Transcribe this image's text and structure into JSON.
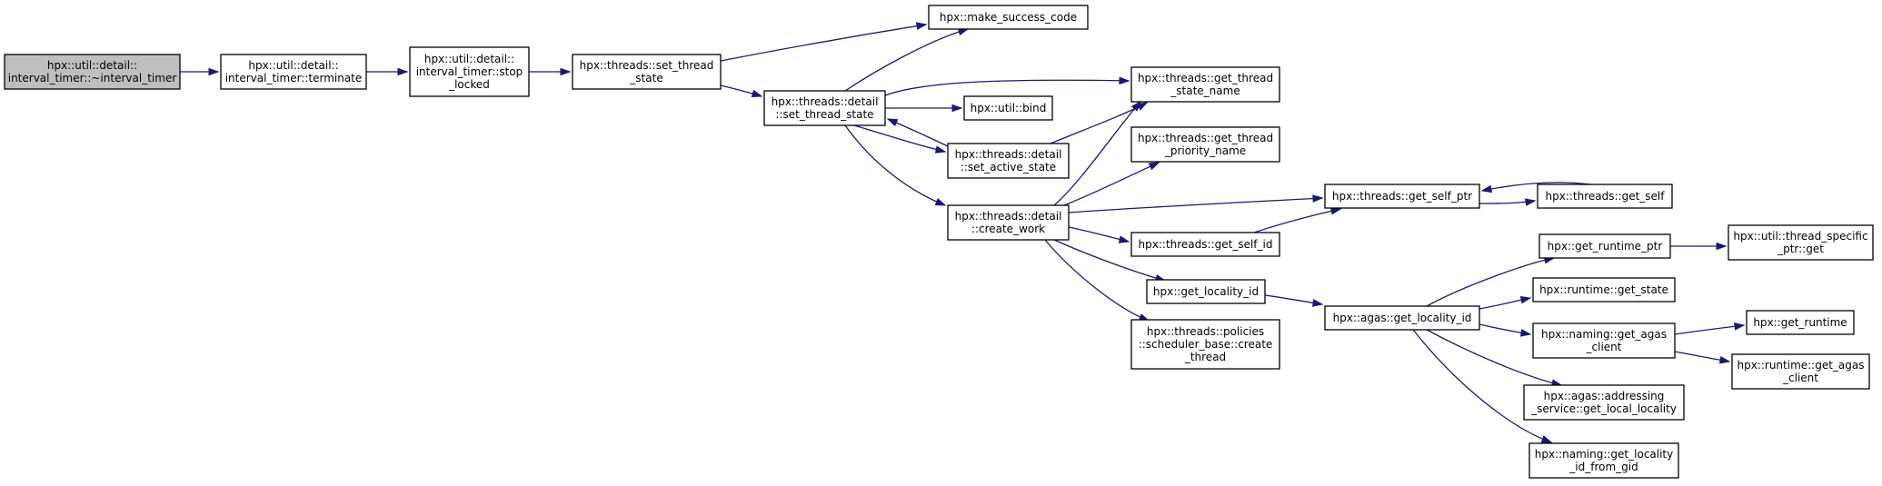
{
  "graph": {
    "colors": {
      "edge": "#191970",
      "root_fill": "#bfbfbf",
      "node_fill": "#ffffff",
      "border": "#000000"
    },
    "nodes": [
      {
        "id": "interval_timer_dtor",
        "lines": [
          "hpx::util::detail::",
          "interval_timer::~interval_timer"
        ],
        "root": true
      },
      {
        "id": "interval_timer_terminate",
        "lines": [
          "hpx::util::detail::",
          "interval_timer::terminate"
        ]
      },
      {
        "id": "interval_timer_stop_locked",
        "lines": [
          "hpx::util::detail::",
          "interval_timer::stop",
          "_locked"
        ]
      },
      {
        "id": "set_thread_state",
        "lines": [
          "hpx::threads::set_thread",
          "_state"
        ]
      },
      {
        "id": "make_success_code",
        "lines": [
          "hpx::make_success_code"
        ]
      },
      {
        "id": "detail_set_thread_state",
        "lines": [
          "hpx::threads::detail",
          "::set_thread_state"
        ]
      },
      {
        "id": "get_thread_state_name",
        "lines": [
          "hpx::threads::get_thread",
          "_state_name"
        ]
      },
      {
        "id": "util_bind",
        "lines": [
          "hpx::util::bind"
        ]
      },
      {
        "id": "set_active_state",
        "lines": [
          "hpx::threads::detail",
          "::set_active_state"
        ]
      },
      {
        "id": "get_thread_priority_name",
        "lines": [
          "hpx::threads::get_thread",
          "_priority_name"
        ]
      },
      {
        "id": "create_work",
        "lines": [
          "hpx::threads::detail",
          "::create_work"
        ]
      },
      {
        "id": "get_self_ptr",
        "lines": [
          "hpx::threads::get_self_ptr"
        ]
      },
      {
        "id": "get_self",
        "lines": [
          "hpx::threads::get_self"
        ]
      },
      {
        "id": "get_self_id",
        "lines": [
          "hpx::threads::get_self_id"
        ]
      },
      {
        "id": "get_locality_id",
        "lines": [
          "hpx::get_locality_id"
        ]
      },
      {
        "id": "scheduler_create_thread",
        "lines": [
          "hpx::threads::policies",
          "::scheduler_base::create",
          "_thread"
        ]
      },
      {
        "id": "agas_get_locality_id",
        "lines": [
          "hpx::agas::get_locality_id"
        ]
      },
      {
        "id": "get_runtime_ptr",
        "lines": [
          "hpx::get_runtime_ptr"
        ]
      },
      {
        "id": "thread_specific_ptr_get",
        "lines": [
          "hpx::util::thread_specific",
          "_ptr::get"
        ]
      },
      {
        "id": "runtime_get_state",
        "lines": [
          "hpx::runtime::get_state"
        ]
      },
      {
        "id": "naming_get_agas_client",
        "lines": [
          "hpx::naming::get_agas",
          "_client"
        ]
      },
      {
        "id": "get_runtime",
        "lines": [
          "hpx::get_runtime"
        ]
      },
      {
        "id": "runtime_get_agas_client",
        "lines": [
          "hpx::runtime::get_agas",
          "_client"
        ]
      },
      {
        "id": "get_local_locality",
        "lines": [
          "hpx::agas::addressing",
          "_service::get_local_locality"
        ]
      },
      {
        "id": "get_locality_id_from_gid",
        "lines": [
          "hpx::naming::get_locality",
          "_id_from_gid"
        ]
      }
    ],
    "edges": [
      [
        "interval_timer_dtor",
        "interval_timer_terminate"
      ],
      [
        "interval_timer_terminate",
        "interval_timer_stop_locked"
      ],
      [
        "interval_timer_stop_locked",
        "set_thread_state"
      ],
      [
        "set_thread_state",
        "make_success_code"
      ],
      [
        "set_thread_state",
        "detail_set_thread_state"
      ],
      [
        "detail_set_thread_state",
        "make_success_code"
      ],
      [
        "detail_set_thread_state",
        "get_thread_state_name"
      ],
      [
        "detail_set_thread_state",
        "util_bind"
      ],
      [
        "detail_set_thread_state",
        "set_active_state"
      ],
      [
        "set_active_state",
        "detail_set_thread_state"
      ],
      [
        "set_active_state",
        "get_thread_state_name"
      ],
      [
        "detail_set_thread_state",
        "create_work"
      ],
      [
        "create_work",
        "get_thread_state_name"
      ],
      [
        "create_work",
        "get_thread_priority_name"
      ],
      [
        "create_work",
        "get_self_ptr"
      ],
      [
        "create_work",
        "get_self_id"
      ],
      [
        "create_work",
        "get_locality_id"
      ],
      [
        "create_work",
        "scheduler_create_thread"
      ],
      [
        "get_self_ptr",
        "get_self"
      ],
      [
        "get_self",
        "get_self_ptr"
      ],
      [
        "get_self_id",
        "get_self_ptr"
      ],
      [
        "get_locality_id",
        "agas_get_locality_id"
      ],
      [
        "agas_get_locality_id",
        "get_runtime_ptr"
      ],
      [
        "agas_get_locality_id",
        "runtime_get_state"
      ],
      [
        "agas_get_locality_id",
        "naming_get_agas_client"
      ],
      [
        "agas_get_locality_id",
        "get_local_locality"
      ],
      [
        "agas_get_locality_id",
        "get_locality_id_from_gid"
      ],
      [
        "get_runtime_ptr",
        "thread_specific_ptr_get"
      ],
      [
        "naming_get_agas_client",
        "get_runtime"
      ],
      [
        "naming_get_agas_client",
        "runtime_get_agas_client"
      ]
    ]
  }
}
